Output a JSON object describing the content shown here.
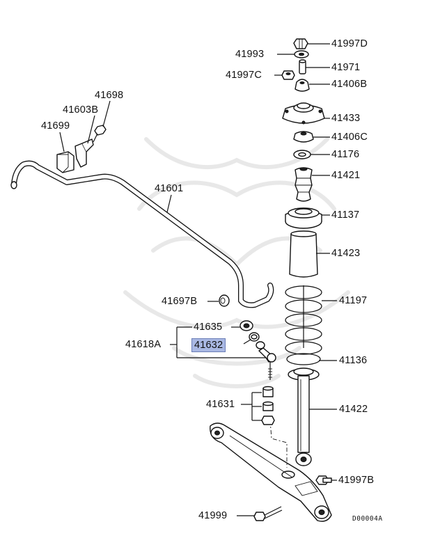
{
  "diagram": {
    "code": "D00004A",
    "highlight": "41632",
    "labels": {
      "p41997D": "41997D",
      "p41993": "41993",
      "p41971": "41971",
      "p41997C": "41997C",
      "p41406B": "41406B",
      "p41433": "41433",
      "p41406C": "41406C",
      "p41176": "41176",
      "p41421": "41421",
      "p41137": "41137",
      "p41423": "41423",
      "p41197": "41197",
      "p41136": "41136",
      "p41422": "41422",
      "p41997B": "41997B",
      "p41999": "41999",
      "p41698": "41698",
      "p41603B": "41603B",
      "p41699": "41699",
      "p41601": "41601",
      "p41697B": "41697B",
      "p41635": "41635",
      "p41618A": "41618A",
      "p41632": "41632",
      "p41631": "41631"
    }
  }
}
